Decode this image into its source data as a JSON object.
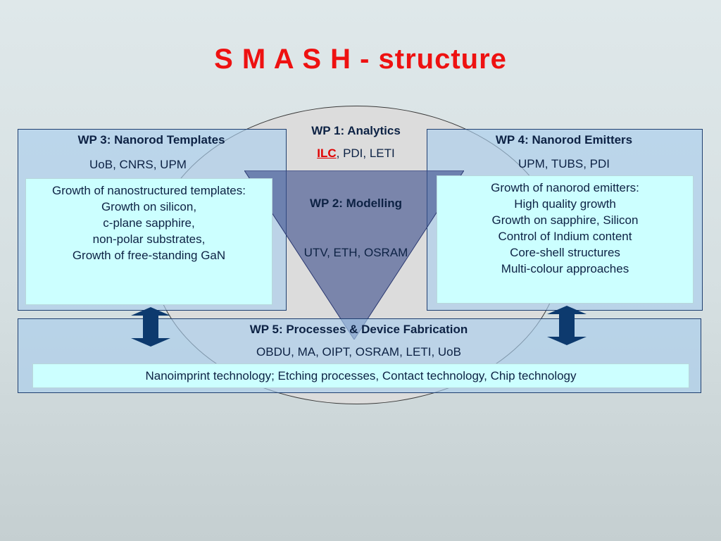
{
  "title": "S M A S H  - structure",
  "wp1": {
    "heading": "WP 1: Analytics",
    "partners_highlight": "ILC",
    "partners_rest": ", PDI, LETI"
  },
  "wp2": {
    "heading": "WP 2: Modelling",
    "partners": "UTV, ETH, OSRAM"
  },
  "wp3": {
    "heading": "WP 3: Nanorod Templates",
    "partners": "UoB, CNRS, UPM",
    "items": [
      "Growth of nanostructured templates:",
      "Growth on silicon,",
      "c-plane sapphire,",
      "non-polar substrates,",
      "Growth of free-standing GaN"
    ]
  },
  "wp4": {
    "heading": "WP 4: Nanorod Emitters",
    "partners": "UPM, TUBS, PDI",
    "items": [
      "Growth of nanorod emitters:",
      "High quality growth",
      "Growth on sapphire, Silicon",
      "Control of Indium content",
      "Core-shell structures",
      "Multi-colour approaches"
    ]
  },
  "wp5": {
    "heading": "WP 5: Processes & Device Fabrication",
    "partners": "OBDU, MA, OIPT, OSRAM, LETI, UoB",
    "items": "Nanoimprint technology; Etching processes, Contact technology, Chip technology"
  },
  "colors": {
    "title": "#ee1111",
    "highlight": "#e00000",
    "arrow": "#0d3a6e",
    "triangle": "#3d4f8c",
    "box": "#ccffff"
  }
}
